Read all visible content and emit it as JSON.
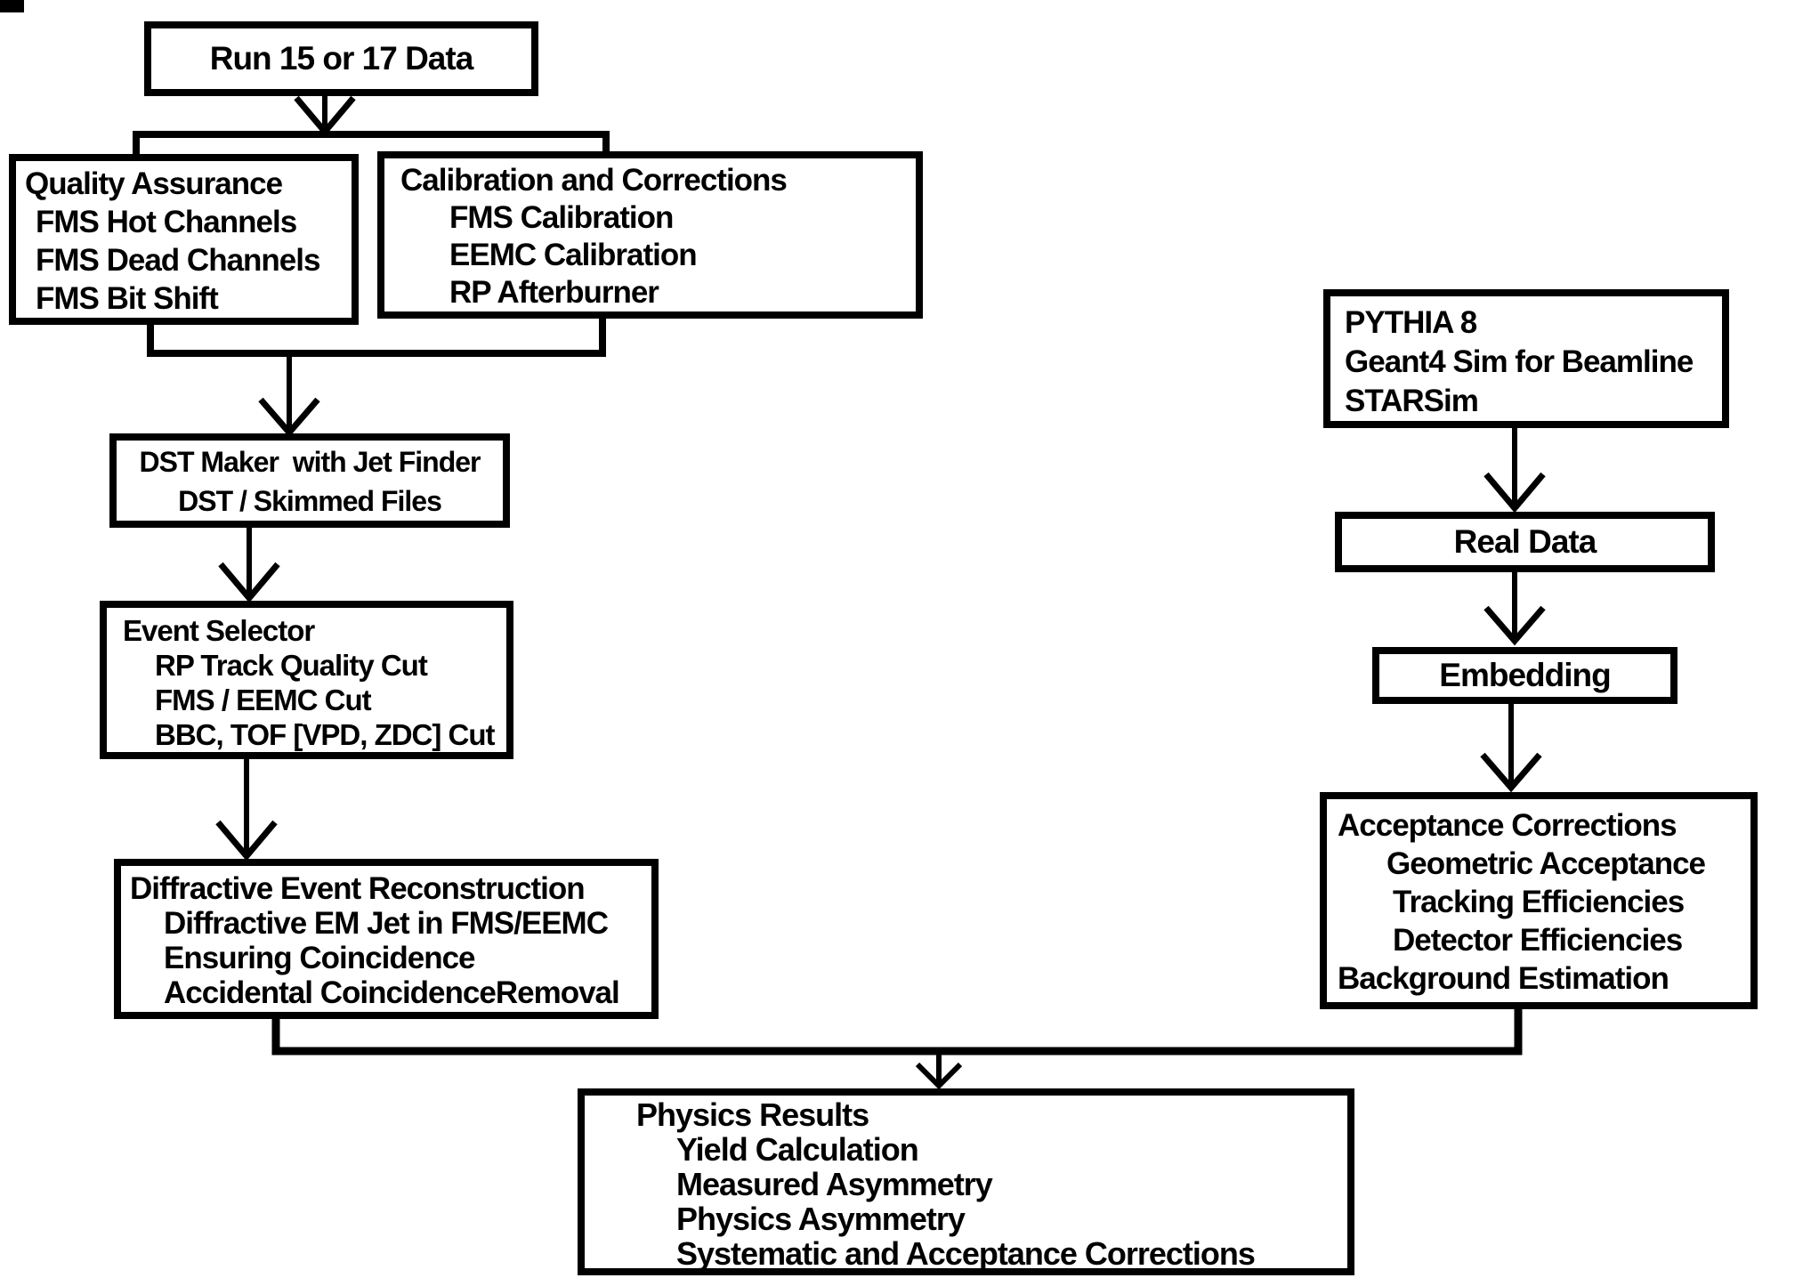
{
  "diagram": {
    "title": "STAR Run 15/17 diffractive EM jet analysis workflow flowchart",
    "colors": {
      "ink": "#000000",
      "background": "#ffffff"
    }
  },
  "boxes": {
    "run_data": {
      "lines": [
        "Run 15 or 17 Data"
      ]
    },
    "quality_assurance": {
      "lines": [
        "Quality Assurance",
        "FMS Hot Channels",
        "FMS Dead Channels",
        "FMS Bit Shift"
      ]
    },
    "calibration": {
      "lines": [
        "Calibration and Corrections",
        "FMS Calibration",
        "EEMC Calibration",
        "RP Afterburner"
      ]
    },
    "dst_maker": {
      "lines": [
        "DST Maker  with Jet Finder",
        "DST / Skimmed Files"
      ]
    },
    "event_selector": {
      "lines": [
        "Event Selector",
        "RP Track Quality Cut",
        "FMS / EEMC Cut",
        "BBC, TOF [VPD, ZDC] Cut"
      ]
    },
    "diffractive": {
      "lines": [
        "Diffractive Event Reconstruction",
        "Diffractive EM Jet in FMS/EEMC",
        "Ensuring Coincidence",
        "Accidental CoincidenceRemoval"
      ]
    },
    "pythia": {
      "lines": [
        "PYTHIA 8",
        "Geant4 Sim for Beamline",
        "STARSim"
      ]
    },
    "real_data": {
      "lines": [
        "Real Data"
      ]
    },
    "embedding": {
      "lines": [
        "Embedding"
      ]
    },
    "acceptance": {
      "lines": [
        "Acceptance Corrections",
        "Geometric Acceptance",
        "Tracking Efficiencies",
        "Detector Efficiencies",
        "Background Estimation"
      ]
    },
    "physics_results": {
      "lines": [
        "Physics Results",
        "Yield Calculation",
        "Measured Asymmetry",
        "Physics Asymmetry",
        "Systematic and Acceptance Corrections"
      ]
    }
  }
}
